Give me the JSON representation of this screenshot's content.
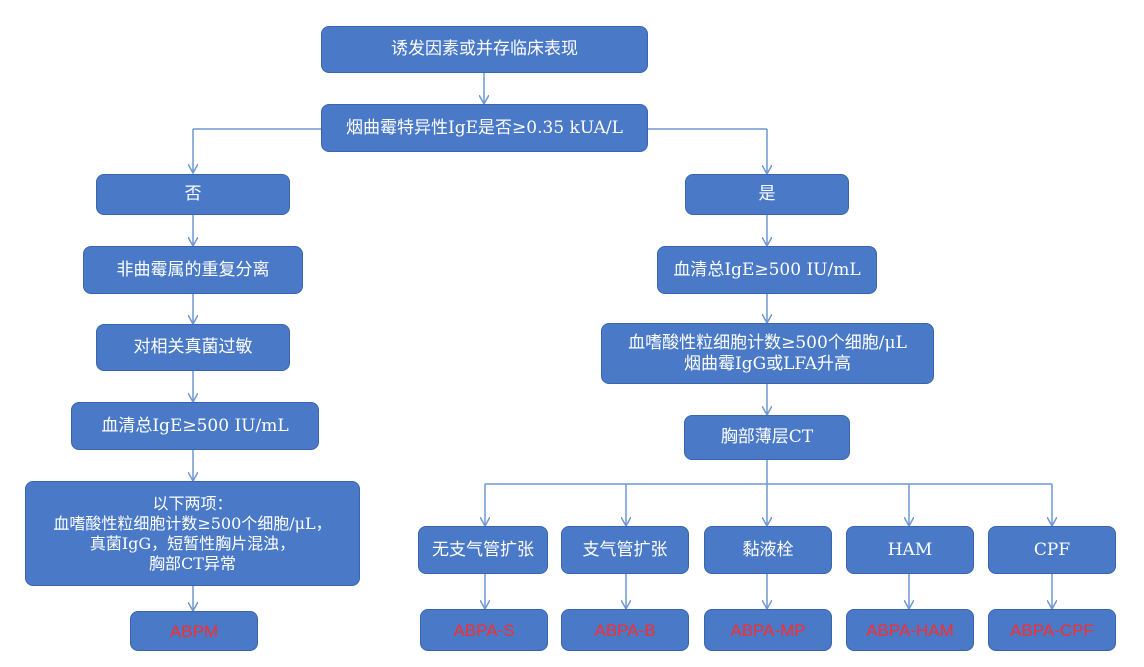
{
  "colors": {
    "box_fill": "#4a7ac7",
    "box_border": "#3a65ad",
    "box_text": "#ffffff",
    "result_text": "#ff2a2a",
    "connector": "#6f97d4"
  },
  "nodes": {
    "top": "诱发因素或并存临床表现",
    "igE_test": "烟曲霉特异性IgE是否≥0.35 kUA/L",
    "no": "否",
    "yes": "是",
    "left": {
      "non_aspergillus": "非曲霉属的重复分离",
      "fungal_allergy": "对相关真菌过敏",
      "total_ige": "血清总IgE≥500 IU/mL",
      "two_items": [
        "以下两项：",
        "血嗜酸性粒细胞计数≥500个细胞/μL，",
        "真菌IgG，短暂性胸片混浊，",
        "胸部CT异常"
      ],
      "result": "ABPM"
    },
    "right": {
      "total_ige": "血清总IgE≥500 IU/mL",
      "eosinophil": [
        "血嗜酸性粒细胞计数≥500个细胞/μL",
        "烟曲霉IgG或LFA升高"
      ],
      "chest_ct": "胸部薄层CT",
      "findings": [
        "无支气管扩张",
        "支气管扩张",
        "黏液栓",
        "HAM",
        "CPF"
      ],
      "results": [
        "ABPA-S",
        "ABPA-B",
        "ABPA-MP",
        "ABPA-HAM",
        "ABPA-CPF"
      ]
    }
  }
}
